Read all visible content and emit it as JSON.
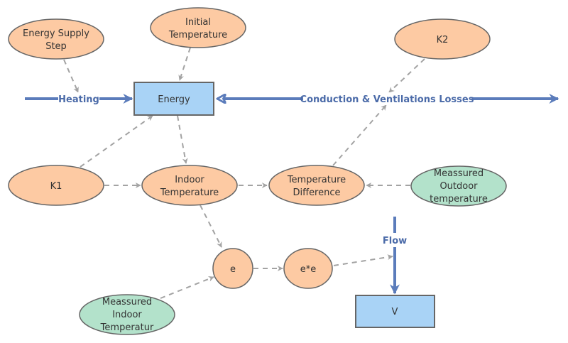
{
  "colors": {
    "variable_fill": "#fdcaa3",
    "data_fill": "#b3e2cb",
    "stock_fill": "#a9d3f6",
    "node_stroke": "#666666",
    "stock_stroke": "#666666",
    "flow": "#5b7cbb",
    "link": "#a3a3a3",
    "text": "#333333",
    "flow_text": "#4a6aa8"
  },
  "nodes": [
    {
      "id": "energy_supply_step",
      "kind": "variable",
      "lines": [
        "Energy Supply",
        "Step"
      ]
    },
    {
      "id": "initial_temperature",
      "kind": "variable",
      "lines": [
        "Initial",
        "Temperature"
      ]
    },
    {
      "id": "k2",
      "kind": "variable",
      "lines": [
        "K2"
      ]
    },
    {
      "id": "energy",
      "kind": "stock",
      "lines": [
        "Energy"
      ]
    },
    {
      "id": "k1",
      "kind": "variable",
      "lines": [
        "K1"
      ]
    },
    {
      "id": "indoor_temperature",
      "kind": "variable",
      "lines": [
        "Indoor",
        "Temperature"
      ]
    },
    {
      "id": "temperature_difference",
      "kind": "variable",
      "lines": [
        "Temperature",
        "Difference"
      ]
    },
    {
      "id": "measured_outdoor_temperature",
      "kind": "data",
      "lines": [
        "Meassured",
        "Outdoor",
        "temperature"
      ]
    },
    {
      "id": "e",
      "kind": "variable",
      "lines": [
        "e"
      ]
    },
    {
      "id": "e_squared",
      "kind": "variable",
      "lines": [
        "e*e"
      ]
    },
    {
      "id": "measured_indoor_temperature",
      "kind": "data",
      "lines": [
        "Meassured",
        "Indoor",
        "Temperatur"
      ]
    },
    {
      "id": "v",
      "kind": "stock",
      "lines": [
        "V"
      ]
    }
  ],
  "flows": [
    {
      "id": "heating",
      "label": "Heating",
      "to": "energy"
    },
    {
      "id": "conduction_losses",
      "label": "Conduction & Ventilations Losses",
      "from": "energy",
      "bidirectional": true
    },
    {
      "id": "flow",
      "label": "Flow",
      "to": "v"
    }
  ],
  "links": [
    {
      "from": "energy_supply_step",
      "to": "heating"
    },
    {
      "from": "initial_temperature",
      "to": "energy"
    },
    {
      "from": "k2",
      "to": "conduction_losses"
    },
    {
      "from": "k1",
      "to": "energy"
    },
    {
      "from": "energy",
      "to": "indoor_temperature"
    },
    {
      "from": "k1",
      "to": "indoor_temperature"
    },
    {
      "from": "indoor_temperature",
      "to": "temperature_difference"
    },
    {
      "from": "measured_outdoor_temperature",
      "to": "temperature_difference"
    },
    {
      "from": "temperature_difference",
      "to": "conduction_losses"
    },
    {
      "from": "indoor_temperature",
      "to": "e"
    },
    {
      "from": "measured_indoor_temperature",
      "to": "e"
    },
    {
      "from": "e",
      "to": "e_squared"
    },
    {
      "from": "e_squared",
      "to": "flow"
    }
  ]
}
